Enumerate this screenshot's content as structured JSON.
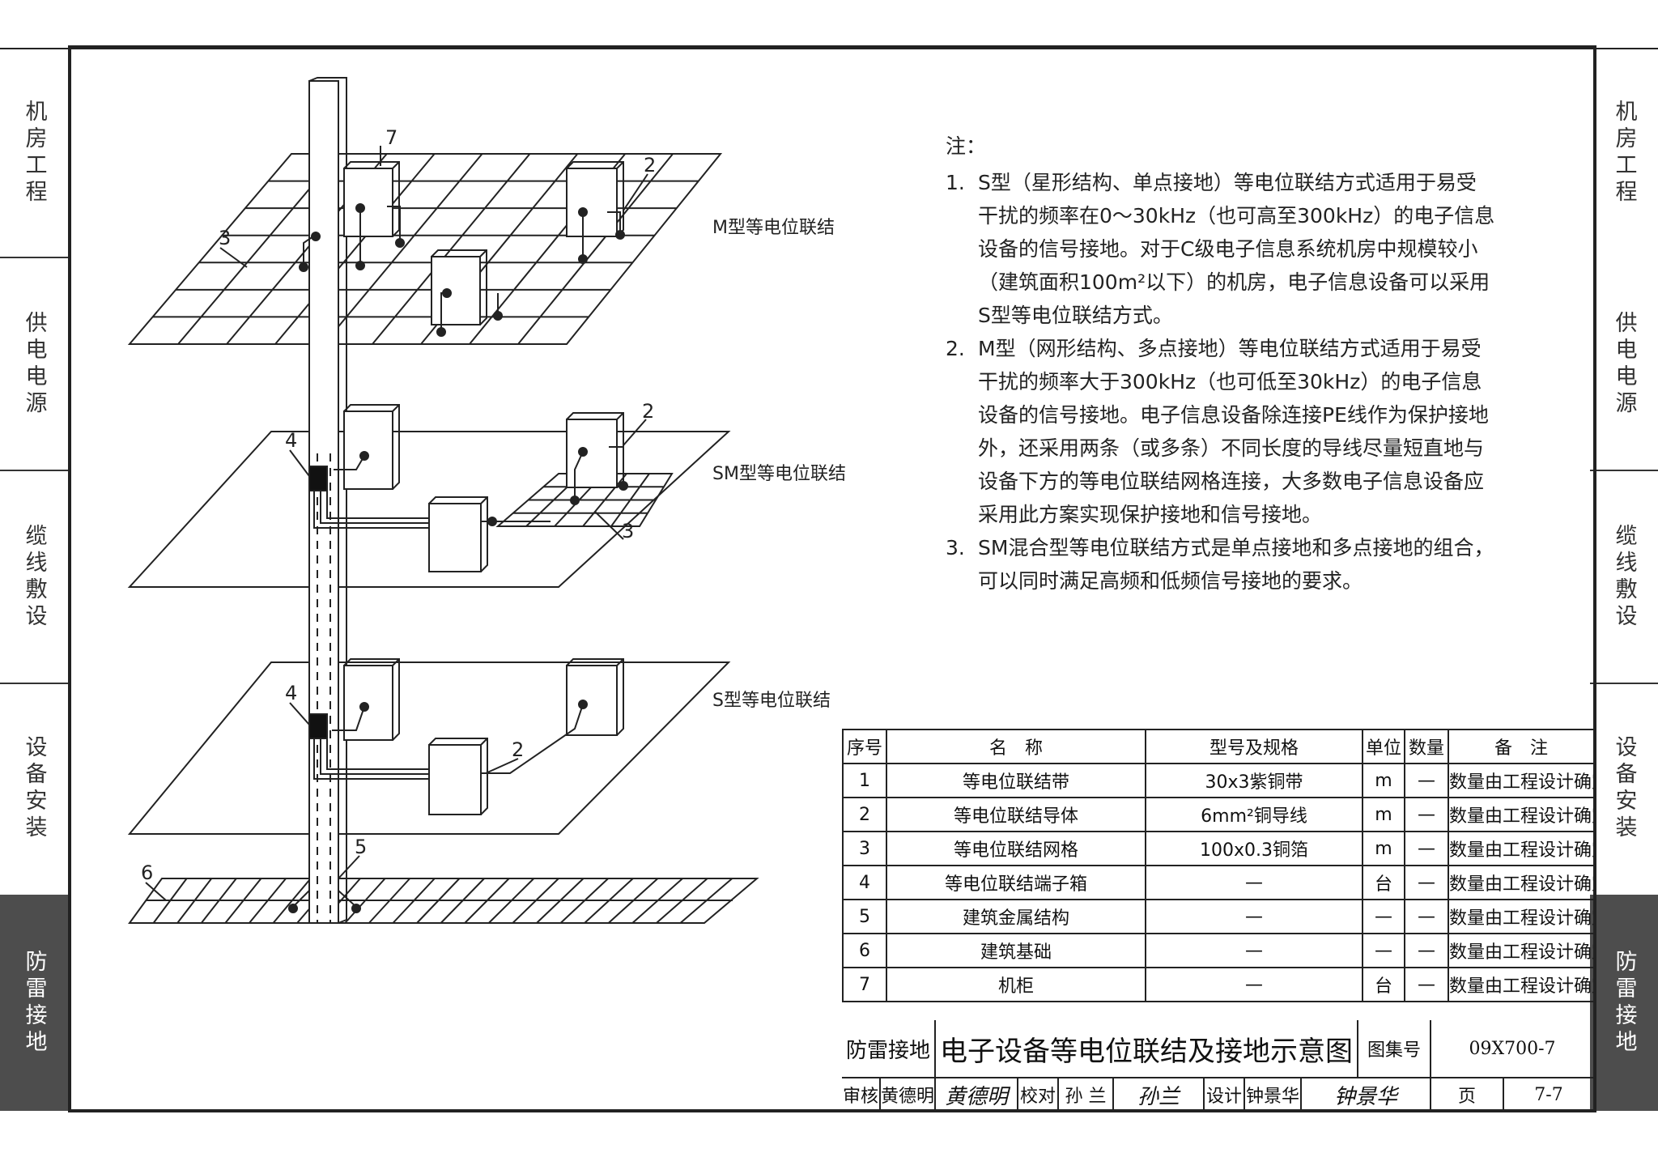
{
  "side_tabs": {
    "left": [
      {
        "label": "机房工程",
        "active": false
      },
      {
        "label": "供电电源",
        "active": false
      },
      {
        "label": "缆线敷设",
        "active": false
      },
      {
        "label": "设备安装",
        "active": false
      },
      {
        "label": "防雷接地",
        "active": true
      }
    ],
    "right": [
      {
        "label": "机房工程",
        "active": false
      },
      {
        "label": "供电电源",
        "active": false
      },
      {
        "label": "缆线敷设",
        "active": false
      },
      {
        "label": "设备安装",
        "active": false
      },
      {
        "label": "防雷接地",
        "active": true
      }
    ]
  },
  "diagram": {
    "layer_labels": {
      "m": "M型等电位联结",
      "sm": "SM型等电位联结",
      "s": "S型等电位联结"
    },
    "callouts": [
      "7",
      "2",
      "3",
      "2",
      "4",
      "3",
      "4",
      "2",
      "5",
      "6"
    ]
  },
  "notes": {
    "title": "注：",
    "items": [
      {
        "num": "1.",
        "text": "S型（星形结构、单点接地）等电位联结方式适用于易受干扰的频率在0～30kHz（也可高至300kHz）的电子信息设备的信号接地。对于C级电子信息系统机房中规模较小（建筑面积100m²以下）的机房，电子信息设备可以采用S型等电位联结方式。"
      },
      {
        "num": "2.",
        "text": "M型（网形结构、多点接地）等电位联结方式适用于易受干扰的频率大于300kHz（也可低至30kHz）的电子信息设备的信号接地。电子信息设备除连接PE线作为保护接地外，还采用两条（或多条）不同长度的导线尽量短直地与设备下方的等电位联结网格连接，大多数电子信息设备应采用此方案实现保护接地和信号接地。"
      },
      {
        "num": "3.",
        "text": "SM混合型等电位联结方式是单点接地和多点接地的组合，可以同时满足高频和低频信号接地的要求。"
      }
    ]
  },
  "bom": {
    "headers": [
      "序号",
      "名　称",
      "型号及规格",
      "单位",
      "数量",
      "备　注"
    ],
    "rows": [
      [
        "1",
        "等电位联结带",
        "30x3紫铜带",
        "m",
        "—",
        "数量由工程设计确定"
      ],
      [
        "2",
        "等电位联结导体",
        "6mm²铜导线",
        "m",
        "—",
        "数量由工程设计确定"
      ],
      [
        "3",
        "等电位联结网格",
        "100x0.3铜箔",
        "m",
        "—",
        "数量由工程设计确定"
      ],
      [
        "4",
        "等电位联结端子箱",
        "—",
        "台",
        "—",
        "数量由工程设计确定"
      ],
      [
        "5",
        "建筑金属结构",
        "—",
        "—",
        "—",
        "数量由工程设计确定"
      ],
      [
        "6",
        "建筑基础",
        "—",
        "—",
        "—",
        "数量由工程设计确定"
      ],
      [
        "7",
        "机柜",
        "—",
        "台",
        "—",
        "数量由工程设计确定"
      ]
    ]
  },
  "title_block": {
    "section": "防雷接地",
    "title": "电子设备等电位联结及接地示意图",
    "atlas_label": "图集号",
    "atlas_no": "09X700-7",
    "review_label": "审核",
    "reviewer": "黄德明",
    "reviewer_sig": "黄德明",
    "check_label": "校对",
    "checker": "孙 兰",
    "checker_sig": "孙兰",
    "design_label": "设计",
    "designer": "钟景华",
    "designer_sig": "钟景华",
    "page_label": "页",
    "page_no": "7-7"
  }
}
